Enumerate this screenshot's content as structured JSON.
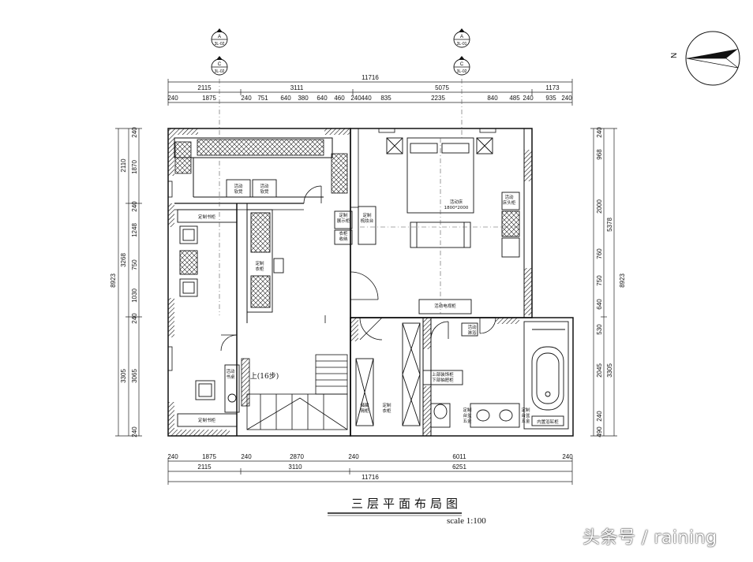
{
  "drawing": {
    "title": "三层平面布局图",
    "scale": "scale 1:100",
    "watermark": "头条号 / raining",
    "north_label": "N",
    "section_markers": [
      {
        "top": "A",
        "bottom": "3L-02"
      },
      {
        "top": "C",
        "bottom": "3L-02"
      },
      {
        "top": "A",
        "bottom": "3L-01"
      },
      {
        "top": "C",
        "bottom": "3L-02"
      }
    ]
  },
  "dimensions": {
    "top_total": "11716",
    "top_mid": [
      "2115",
      "3111",
      "5075",
      "1173"
    ],
    "top_detail": [
      "240",
      "1875",
      "240",
      "751",
      "640",
      "380",
      "640",
      "460",
      "240",
      "440",
      "835",
      "2235",
      "840",
      "485",
      "240",
      "935",
      "240"
    ],
    "bottom_detail": [
      "240",
      "1875",
      "240",
      "2870",
      "240",
      "6011",
      "240"
    ],
    "bottom_mid": [
      "2115",
      "3110",
      "6251"
    ],
    "bottom_total": "11716",
    "left_outer": [
      "2110",
      "3268",
      "3305"
    ],
    "left_inner": [
      "240",
      "1870",
      "240",
      "1248",
      "750",
      "1030",
      "240",
      "3065",
      "240"
    ],
    "left_total": "8923",
    "right_inner": [
      "240",
      "968",
      "2000",
      "760",
      "750",
      "640",
      "530",
      "2045",
      "240",
      "490"
    ],
    "right_outer": [
      "5378",
      "3305"
    ],
    "right_total": "8923"
  },
  "labels": {
    "chair1": [
      "活动",
      "软凳"
    ],
    "chair2": [
      "活动",
      "软凳"
    ],
    "shoe_cab": "定制书柜",
    "wardrobe": [
      "定制",
      "衣柜"
    ],
    "display": [
      "定制",
      "展示柜"
    ],
    "cabinet_low": [
      "衣柜",
      "收纳"
    ],
    "desk_custom": [
      "定制",
      "梳妆台"
    ],
    "nightstand": [
      "活动",
      "床头柜"
    ],
    "bed": [
      "活动床",
      "1800*2000"
    ],
    "tv_cab": "活动电视柜",
    "stairs_up": "上(16步)",
    "desk_study": [
      "活动",
      "书桌"
    ],
    "bottom_cab": "定制书柜",
    "storage_a": [
      "储藏",
      "隔柜"
    ],
    "storage_b": [
      "定制",
      "衣柜"
    ],
    "shower": [
      "活动",
      "淋浴"
    ],
    "vanity_top": [
      "上部装饰柜",
      "下部抽屉柜"
    ],
    "basin1": [
      "定制",
      "台盆",
      "五金"
    ],
    "basin2": [
      "定制",
      "台盆",
      "五金"
    ],
    "bathtub": "内置浴缸柜"
  }
}
